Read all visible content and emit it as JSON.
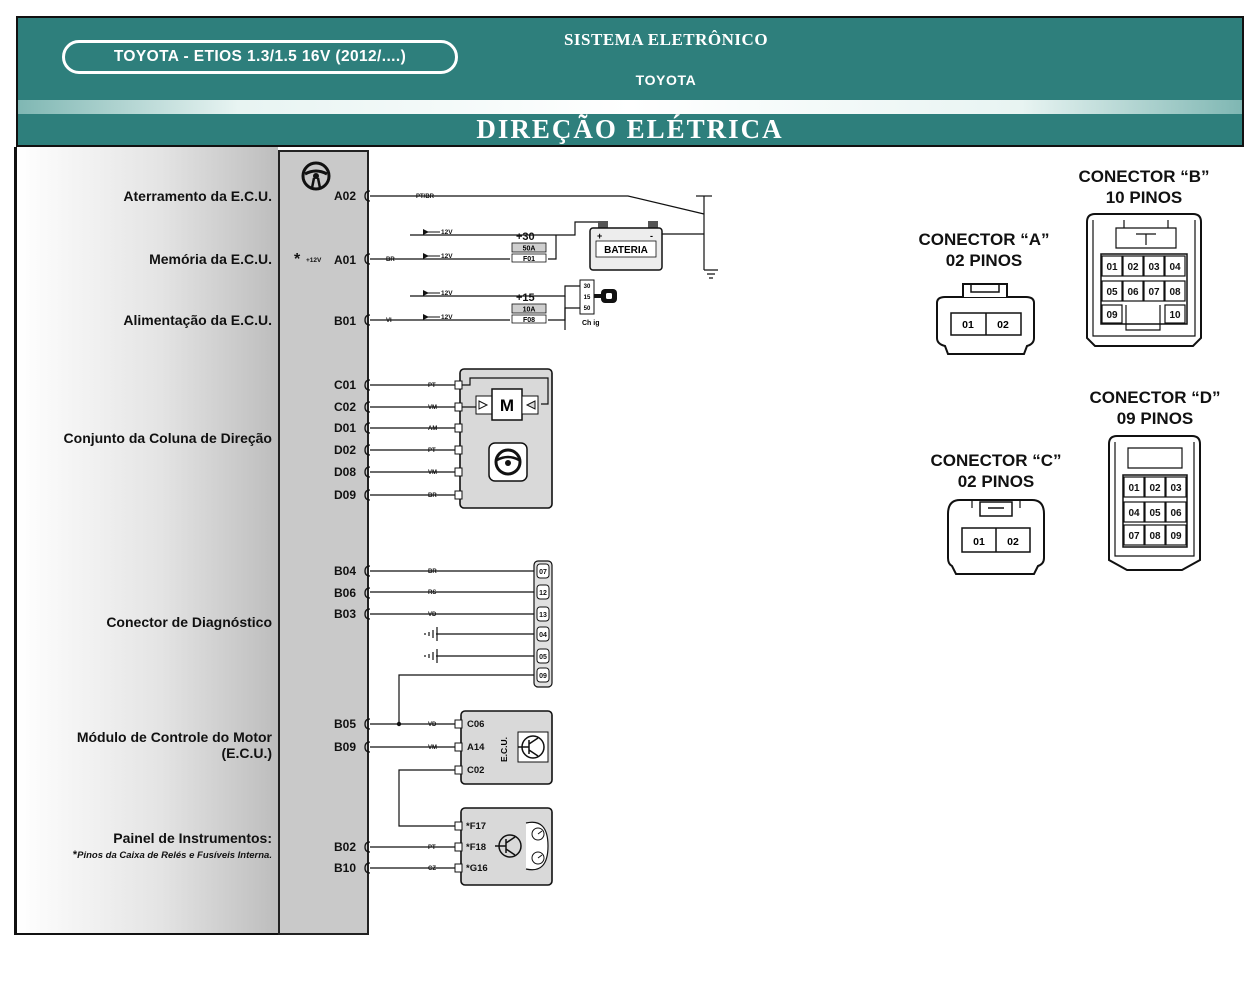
{
  "header": {
    "vehicle": "TOYOTA - ETIOS 1.3/1.5 16V (2012/....)",
    "system_title": "SISTEMA ELETRÔNICO",
    "brand": "TOYOTA",
    "section": "DIREÇÃO ELÉTRICA"
  },
  "labels": {
    "ground": "Aterramento da E.C.U.",
    "memory": "Memória da E.C.U.",
    "power": "Alimentação da E.C.U.",
    "column": "Conjunto da Coluna de Direção",
    "diag": "Conector de Diagnóstico",
    "ecm_line1": "Módulo de Controle do Motor",
    "ecm_line2": "(E.C.U.)",
    "cluster": "Painel de Instrumentos:",
    "footnote_star": "*",
    "footnote": "Pinos da Caixa de Relés e Fusíveis Interna."
  },
  "ecu_pins": {
    "a02": "A02",
    "a01": "A01",
    "b01": "B01",
    "c01": "C01",
    "c02": "C02",
    "d01": "D01",
    "d02": "D02",
    "d08": "D08",
    "d09": "D09",
    "b04": "B04",
    "b06": "B06",
    "b03": "B03",
    "b05": "B05",
    "b09": "B09",
    "b02": "B02",
    "b10": "B10",
    "star": "*",
    "plus12": "+12V"
  },
  "wires": {
    "a02": "PT/BR",
    "a01": "BR",
    "b01": "VI",
    "c01": "PT",
    "c02": "VM",
    "d01": "AM",
    "d02": "PT",
    "d08": "VM",
    "d09": "BR",
    "b04": "BR",
    "b06": "RS",
    "b03": "VD",
    "b05": "VD",
    "b09": "VM",
    "b02": "PT",
    "b10": "CZ",
    "v12": "12V"
  },
  "power": {
    "plus30": "+30",
    "plus15": "+15",
    "fuse1_rating": "50A",
    "fuse1_id": "F01",
    "fuse2_rating": "10A",
    "fuse2_id": "F08",
    "battery": "BATERIA",
    "bat_plus": "+",
    "bat_minus": "-",
    "ign_30": "30",
    "ign_15": "15",
    "ign_50": "50",
    "ign_label": "Ch ig"
  },
  "column": {
    "motor": "M"
  },
  "diag_pins": [
    "07",
    "12",
    "13",
    "04",
    "05",
    "09"
  ],
  "engine_ecu": {
    "pins": [
      "C06",
      "A14",
      "C02"
    ],
    "label": "E.C.U."
  },
  "cluster": {
    "pins": [
      "*F17",
      "*F18",
      "*G16"
    ]
  },
  "connectors": {
    "a": {
      "title": "CONECTOR “A”",
      "subtitle": "02 PINOS",
      "pins": [
        "01",
        "02"
      ]
    },
    "b": {
      "title": "CONECTOR “B”",
      "subtitle": "10 PINOS",
      "pins": [
        "01",
        "02",
        "03",
        "04",
        "05",
        "06",
        "07",
        "08",
        "09",
        "10"
      ]
    },
    "c": {
      "title": "CONECTOR “C”",
      "subtitle": "02 PINOS",
      "pins": [
        "01",
        "02"
      ]
    },
    "d": {
      "title": "CONECTOR “D”",
      "subtitle": "09 PINOS",
      "pins": [
        "01",
        "02",
        "03",
        "04",
        "05",
        "06",
        "07",
        "08",
        "09"
      ]
    }
  },
  "colors": {
    "header": "#2e7f7c",
    "panel_gray": "#c9c9c9"
  }
}
